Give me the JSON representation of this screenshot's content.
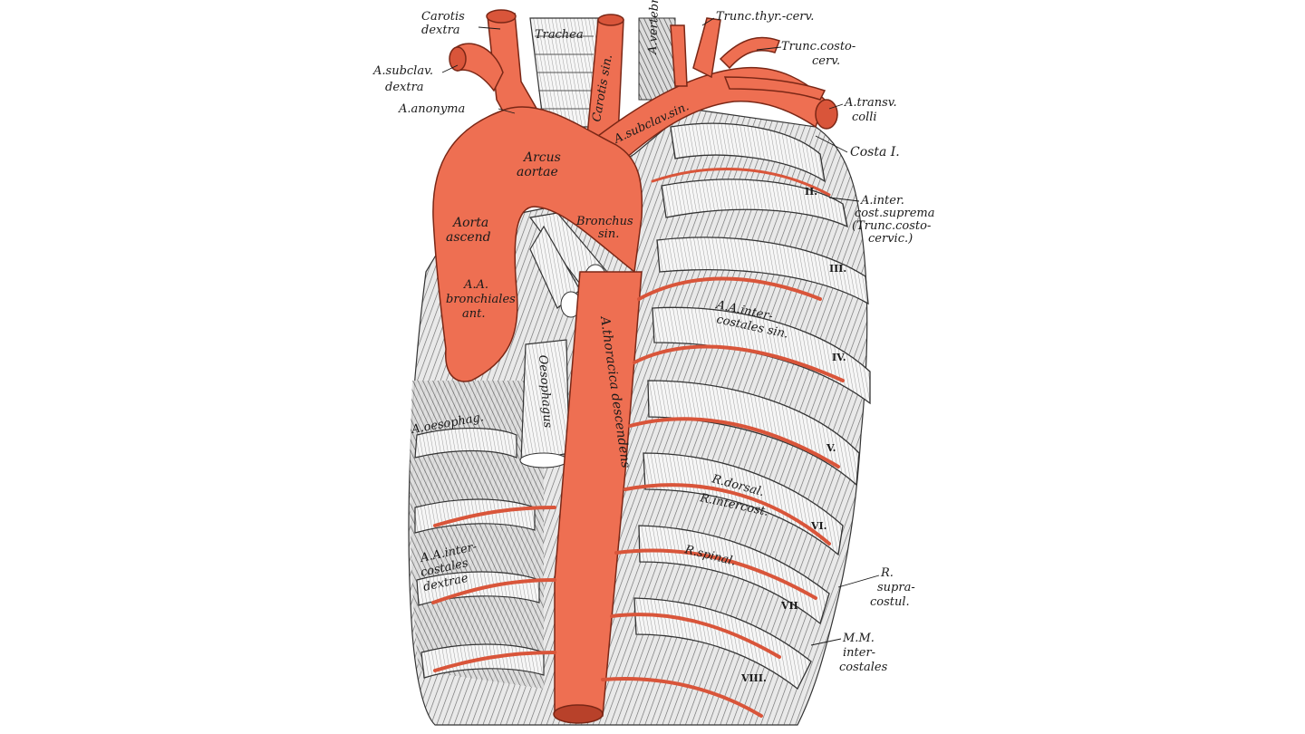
{
  "figure": {
    "labels_left": {
      "carotis_dextra_1": "Carotis",
      "carotis_dextra_2": "dextra",
      "subclav_dextra_1": "A.subclav.",
      "subclav_dextra_2": "dextra",
      "anonyma": "A.anonyma"
    },
    "labels_right": {
      "trunc_thyr": "Trunc.thyr.-cerv.",
      "trunc_costo_1": "Trunc.costo-",
      "trunc_costo_2": "cerv.",
      "transv_colli_1": "A.transv.",
      "transv_colli_2": "colli",
      "costa_1": "Costa I.",
      "intercost_suprema_1": "A.inter.",
      "intercost_suprema_2": "cost.suprema",
      "intercost_suprema_3": "(Trunc.costo-",
      "intercost_suprema_4": "cervic.)",
      "r_supracostul_1": "R.",
      "r_supracostul_2": "supra-",
      "r_supracostul_3": "costul.",
      "mm_intercostales_1": "M.M.",
      "mm_intercostales_2": "inter-",
      "mm_intercostales_3": "costales"
    },
    "labels_inner": {
      "trachea": "Trachea",
      "vertebr": "A.vertebr.",
      "carotis_sin": "Carotis sin.",
      "subclav_sin": "A.subclav.sin.",
      "arcus_1": "Arcus",
      "arcus_2": "aortae",
      "aorta_asc_1": "Aorta",
      "aorta_asc_2": "ascend",
      "bronchus_1": "Bronchus",
      "bronchus_2": "sin.",
      "bronchiales_1": "A.A.",
      "bronchiales_2": "bronchiales",
      "bronchiales_3": "ant.",
      "intercost_sin_1": "A.A.inter-",
      "intercost_sin_2": "costales sin.",
      "oesophagus": "Oesophagus",
      "oesophag": "A.oesophag.",
      "thoracica": "A.thoracica descendens",
      "r_dorsal": "R.dorsal.",
      "r_intercost": "R.intercost.",
      "r_spinal": "R.spinal.",
      "intercost_dex_1": "A.A.inter-",
      "intercost_dex_2": "costales",
      "intercost_dex_3": "dextrae"
    },
    "rib_numerals": {
      "II": "II.",
      "III": "III.",
      "IV": "IV.",
      "V": "V.",
      "VI": "VI.",
      "VII": "VII",
      "VIII": "VIII."
    }
  },
  "colors": {
    "artery": "#ee6f52",
    "artery_dark": "#b8412a",
    "ink": "#1a1a1a",
    "bone": "#f2f2f2"
  }
}
